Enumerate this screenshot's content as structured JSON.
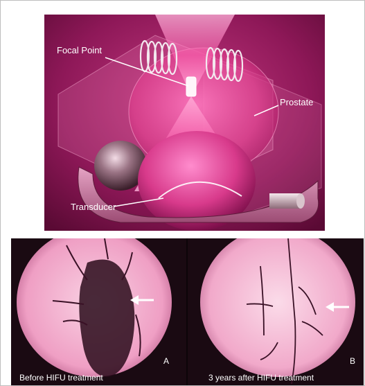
{
  "diagram": {
    "labels": {
      "focal_point": "Focal Point",
      "prostate": "Prostate",
      "transducer": "Transducer"
    },
    "images": {
      "before": {
        "letter": "A",
        "caption": "Before HIFU treatment"
      },
      "after": {
        "letter": "B",
        "caption": "3 years after HIFU treatment"
      }
    },
    "colors": {
      "magenta": "#c02a7a",
      "dark_magenta": "#7a1048",
      "pink": "#f0a6c8",
      "light_pink": "#f6c9dc"
    }
  }
}
